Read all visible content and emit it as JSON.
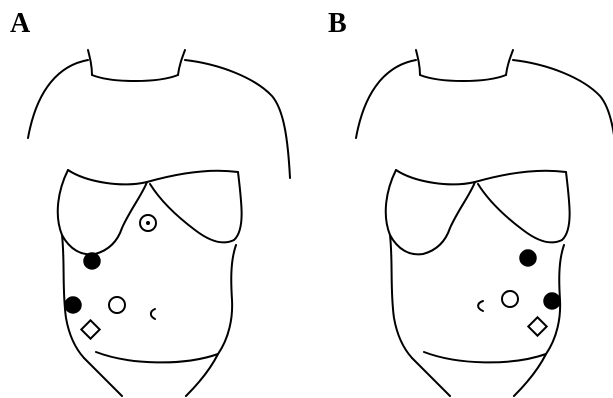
{
  "figure": {
    "panels": [
      {
        "id": "A",
        "label": "A"
      },
      {
        "id": "B",
        "label": "B"
      }
    ]
  },
  "colors": {
    "stroke": "#000000",
    "background": "#ffffff"
  }
}
